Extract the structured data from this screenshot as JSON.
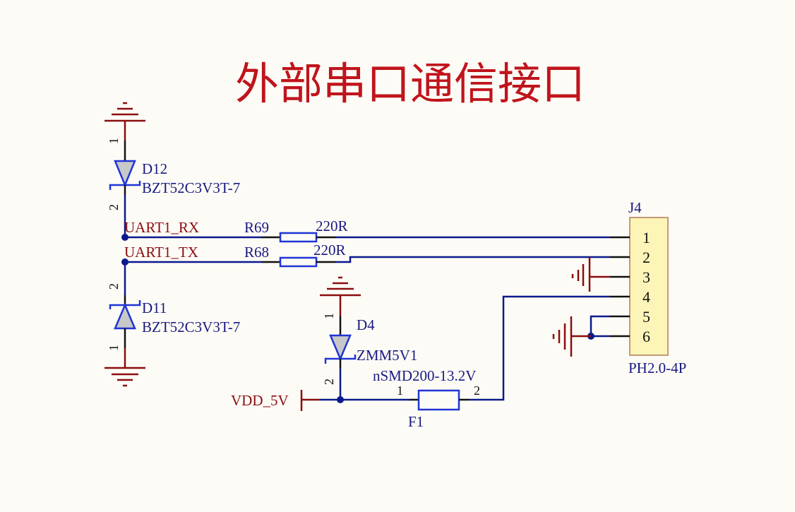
{
  "title": "外部串口通信接口",
  "nets": {
    "rx": "UART1_RX",
    "tx": "UART1_TX",
    "power": "VDD_5V"
  },
  "components": {
    "D12": {
      "designator": "D12",
      "value": "BZT52C3V3T-7",
      "pins": [
        "1",
        "2"
      ]
    },
    "D11": {
      "designator": "D11",
      "value": "BZT52C3V3T-7",
      "pins": [
        "1",
        "2"
      ]
    },
    "R69": {
      "designator": "R69",
      "value": "220R"
    },
    "R68": {
      "designator": "R68",
      "value": "220R"
    },
    "D4": {
      "designator": "D4",
      "value": "ZMM5V1",
      "pins": [
        "1",
        "2"
      ]
    },
    "F1": {
      "designator": "F1",
      "value": "nSMD200-13.2V",
      "pins": [
        "1",
        "2"
      ]
    },
    "J4": {
      "designator": "J4",
      "value": "PH2.0-4P",
      "pins": [
        "1",
        "2",
        "3",
        "4",
        "5",
        "6"
      ]
    }
  },
  "colors": {
    "background": "#fdfbf6",
    "title": "#c0141c",
    "wire": "#0a1a8c",
    "component": "#1f35d6",
    "ground": "#8b0d10",
    "connector_fill": "#fdf5b8",
    "connector_border": "#b07a5a"
  }
}
